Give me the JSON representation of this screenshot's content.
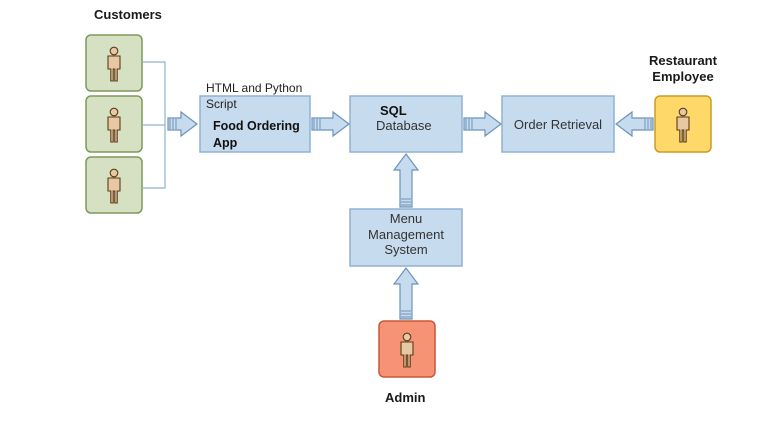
{
  "actors": {
    "customers_label": "Customers",
    "restaurant_employee_label_line1": "Restaurant",
    "restaurant_employee_label_line2": "Employee",
    "admin_label": "Admin"
  },
  "boxes": {
    "app_note_line1": "HTML and Python",
    "app_note_line2": "Script",
    "app_title_line1": "Food Ordering",
    "app_title_line2": "App",
    "database_line1": "SQL",
    "database_line2": "Database",
    "order_retrieval": "Order Retrieval",
    "menu_line1": "Menu",
    "menu_line2": "Management",
    "menu_line3": "System"
  },
  "colors": {
    "customer_fill": "#d5e1c2",
    "customer_stroke": "#7e9a5a",
    "employee_fill": "#fed96a",
    "employee_stroke": "#c99d24",
    "admin_fill": "#f79375",
    "admin_stroke": "#c8583a",
    "box_fill": "#c6dbee",
    "box_stroke": "#8fb2d3",
    "arrow_fill": "#c6dbee",
    "arrow_stroke": "#6d93bb",
    "figure_fill": "#e6c9a3",
    "figure_stroke": "#5b3b16"
  }
}
